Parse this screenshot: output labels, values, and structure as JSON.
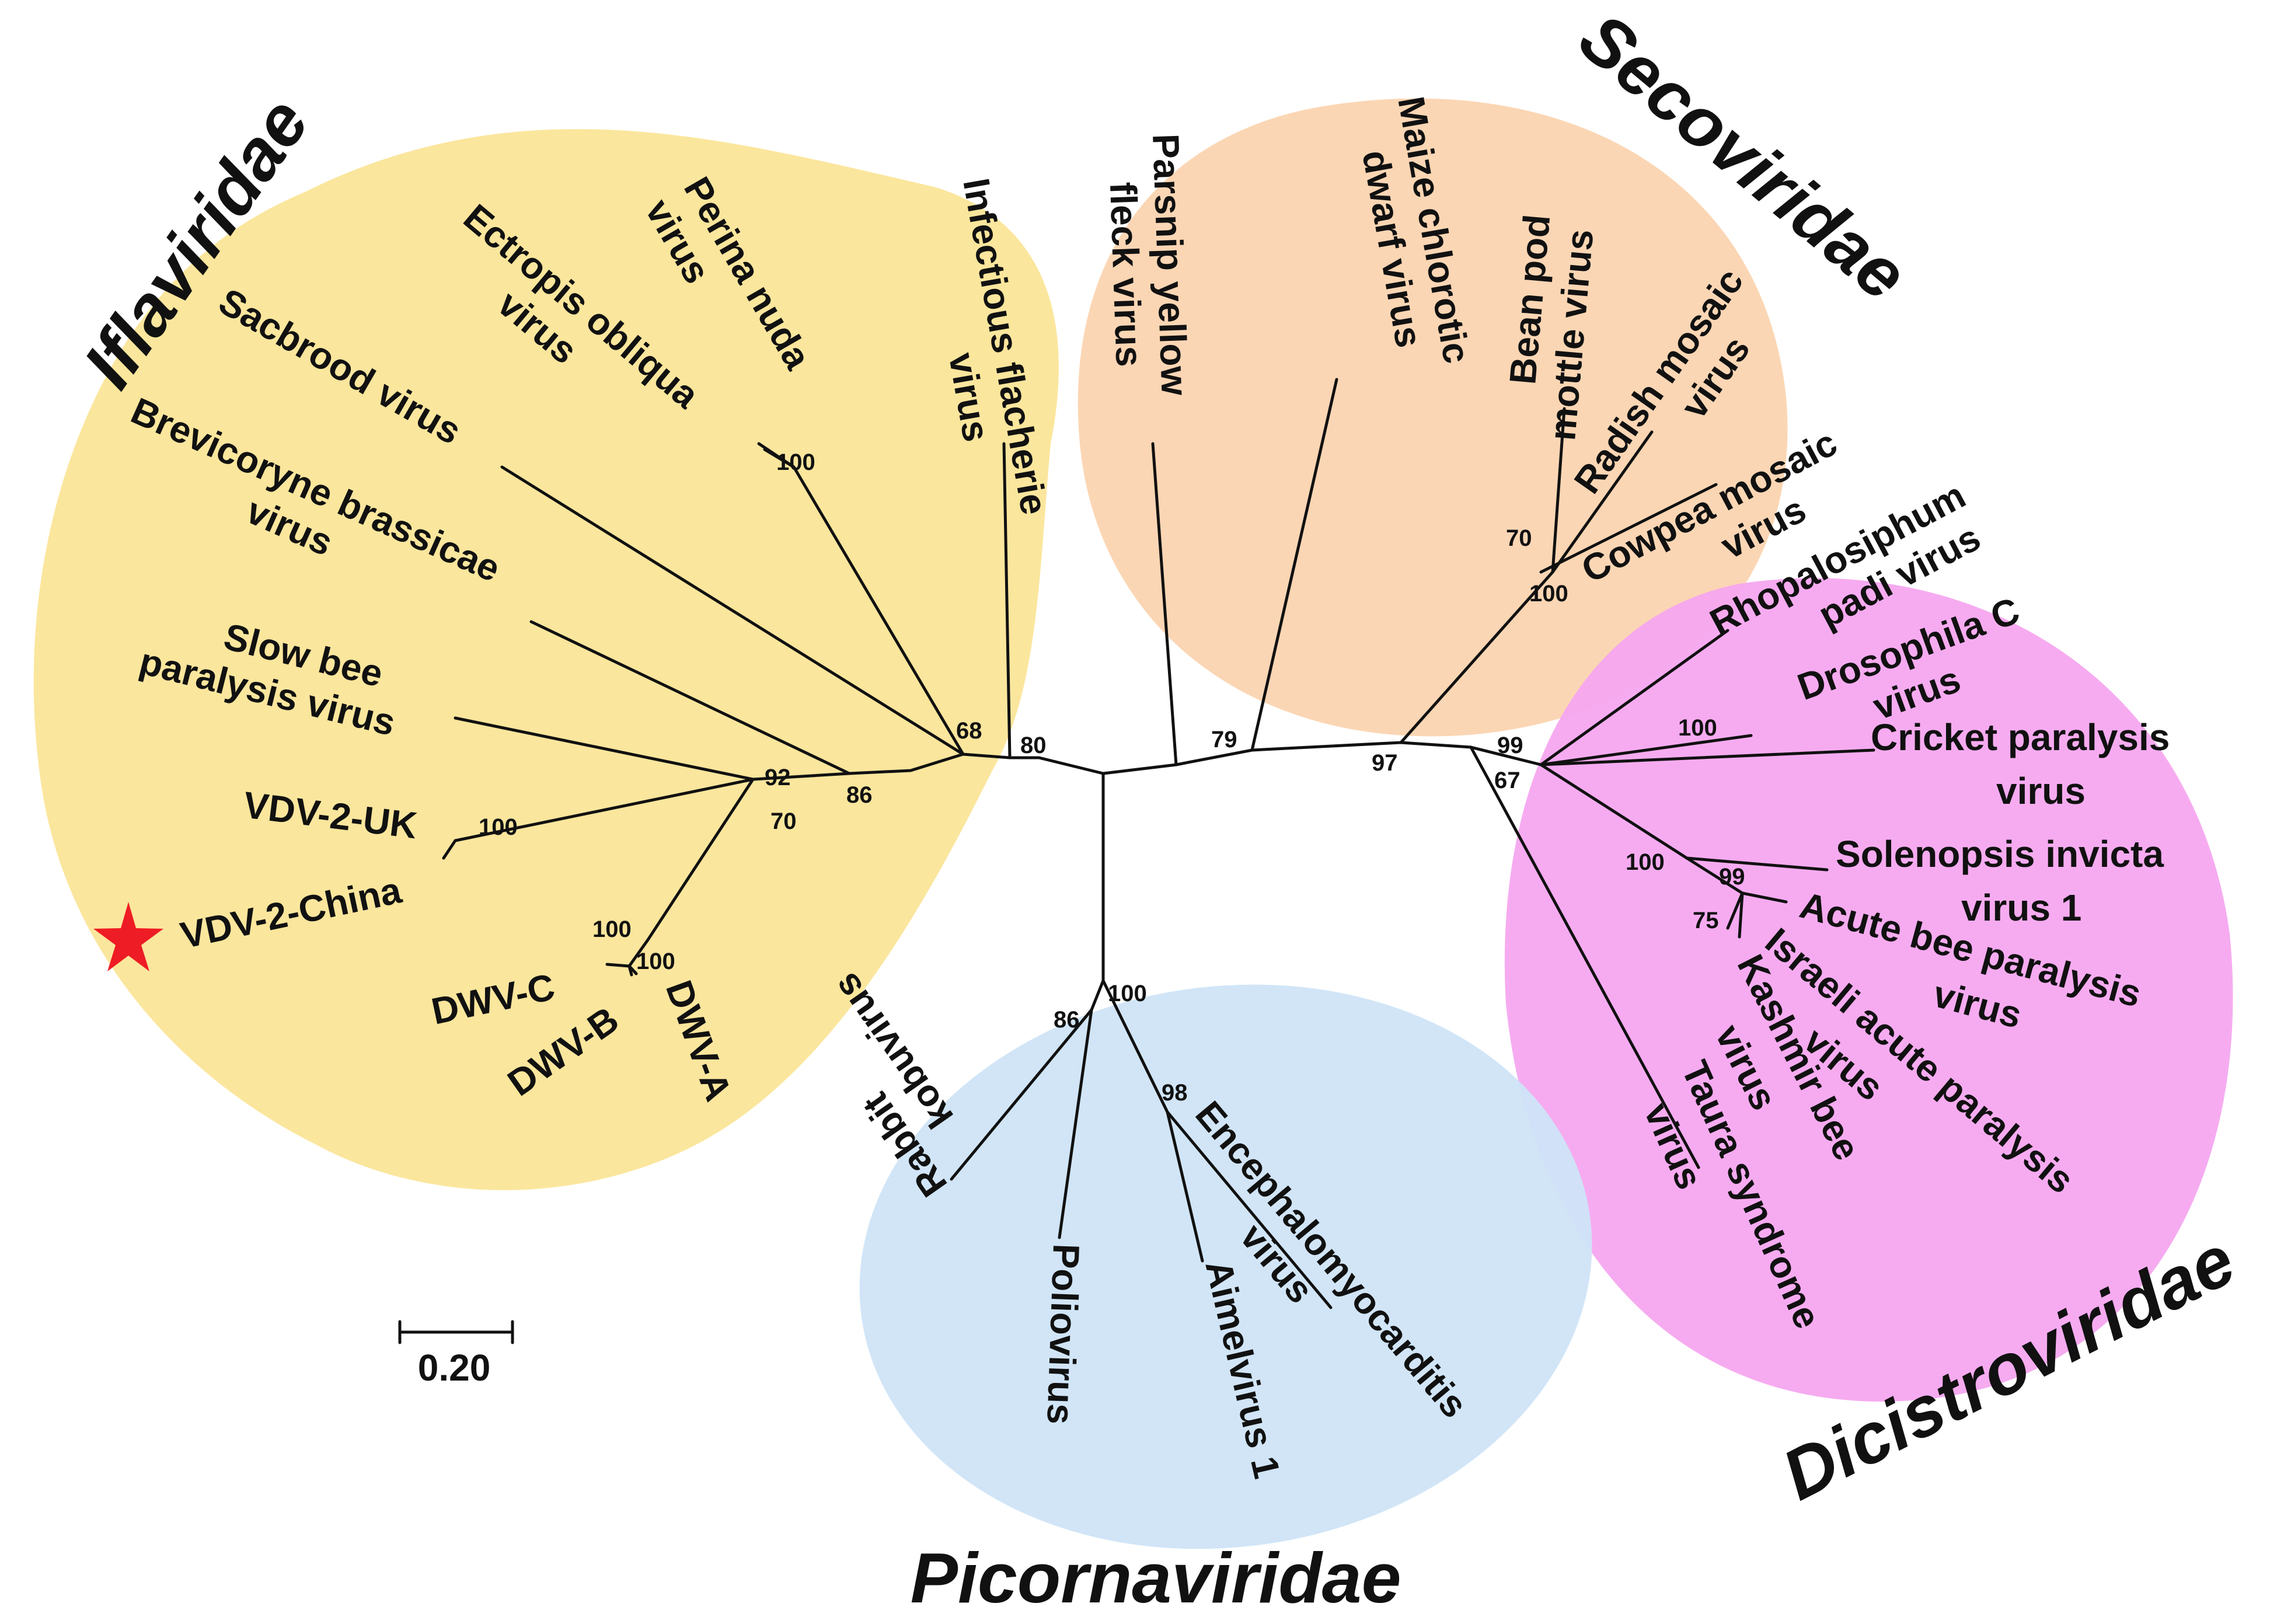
{
  "colors": {
    "iflaviridae": "#fbe598",
    "secoviridae": "#fbd4b0",
    "dicistroviridae": "#f6a6ef",
    "picornaviridae": "#cfe4f7",
    "branch": "#111111",
    "star": "#ee1c24"
  },
  "families": {
    "iflaviridae": "Iflaviridae",
    "secoviridae": "Secoviridae",
    "dicistroviridae": "Dicistroviridae",
    "picornaviridae": "Picornaviridae"
  },
  "scale_bar": {
    "label": "0.20",
    "value": 0.2
  },
  "markers": {
    "star_taxon": "VDV-2-China",
    "star_icon": "star-icon"
  },
  "taxa": {
    "perina_nuda_virus": [
      "Perina nuda",
      "virus"
    ],
    "ectropis_obliqua_virus": [
      "Ectropis obliqua",
      "virus"
    ],
    "sacbrood_virus": [
      "Sacbrood virus"
    ],
    "brevicoryne_brassicae_virus": [
      "Brevicoryne brassicae",
      "virus"
    ],
    "slow_bee_paralysis_virus": [
      "Slow bee",
      "paralysis virus"
    ],
    "vdv2_uk": [
      "VDV-2-UK"
    ],
    "vdv2_china": [
      "VDV-2-China"
    ],
    "dwv_c": [
      "DWV-C"
    ],
    "dwv_b": [
      "DWV-B"
    ],
    "dwv_a": [
      "DWV-A"
    ],
    "infectious_flacherie_virus": [
      "Infectious flacherie",
      "virus"
    ],
    "parsnip_yellow_fleck_virus": [
      "Parsnip yellow",
      "fleck virus"
    ],
    "maize_chlorotic_dwarf_virus": [
      "Maize chlorotic",
      "dwarf virus"
    ],
    "bean_pod_mottle_virus": [
      "Bean pod",
      "mottle virus"
    ],
    "radish_mosaic_virus": [
      "Radish mosaic",
      "virus"
    ],
    "cowpea_mosaic_virus": [
      "Cowpea mosaic",
      "virus"
    ],
    "rhopalosiphum_padi_virus": [
      "Rhopalosiphum",
      "padi virus"
    ],
    "drosophila_c_virus": [
      "Drosophila C",
      "virus"
    ],
    "cricket_paralysis_virus": [
      "Cricket paralysis",
      "virus"
    ],
    "solenopsis_invicta_virus_1": [
      "Solenopsis invicta",
      "virus 1"
    ],
    "acute_bee_paralysis_virus": [
      "Acute bee paralysis",
      "virus"
    ],
    "israeli_acute_paralysis_virus": [
      "Israeli acute paralysis",
      "virus"
    ],
    "kashmir_bee_virus": [
      "Kashmir bee",
      "virus"
    ],
    "taura_syndrome_virus": [
      "Taura syndrome",
      "virus"
    ],
    "rabbit_kobuvirus": [
      "Rabbit",
      "kobuvirus"
    ],
    "poliovirus": [
      "Poliovirus"
    ],
    "aimelvirus_1": [
      "Aimelvirus 1"
    ],
    "encephalomyocarditis_virus": [
      "Encephalomyocarditis",
      "virus"
    ]
  },
  "bootstrap": {
    "perina_ectropis": "100",
    "iflavirus_core": "68",
    "flacherie_join": "80",
    "brevicoryne_join": "86",
    "slowbee_join": "92",
    "vdv_dwv_join": "70",
    "vdv_pair": "100",
    "dwv_c_join": "100",
    "dwv_ab": "100",
    "secoviridae_join": "79",
    "seco_dicistro_join": "97",
    "comovirus_join": "70",
    "cowpea_join": "100",
    "dicistro_root": "99",
    "dicistro_inner": "67",
    "cripavirus_join": "100",
    "aparavirus_root": "100",
    "abpv_group": "99",
    "iapv_kbv": "75",
    "picorna_root": "100",
    "picorna_inner": "86",
    "emcv_aimel": "98"
  }
}
